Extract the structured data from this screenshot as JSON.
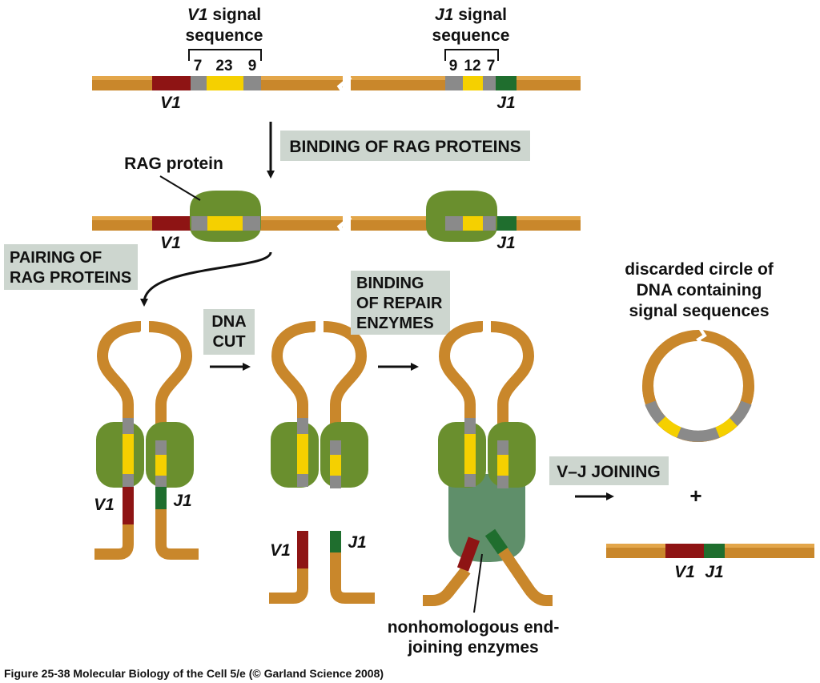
{
  "labels": {
    "v1_signal": "V1",
    "v1_signal_rest": " signal",
    "sequence": "sequence",
    "j1_signal": "J1",
    "j1_signal_rest": " signal",
    "num_7": "7",
    "num_23": "23",
    "num_9": "9",
    "num_9b": "9",
    "num_12": "12",
    "num_7b": "7",
    "v1": "V1",
    "j1": "J1",
    "rag_protein": "RAG protein",
    "discarded_1": "discarded circle of",
    "discarded_2": "DNA containing",
    "discarded_3": "signal sequences",
    "plus": "+",
    "nhej_1": "nonhomologous end-",
    "nhej_2": "joining enzymes"
  },
  "steps": {
    "binding_rag": "BINDING OF RAG PROTEINS",
    "pairing_1": "PAIRING OF",
    "pairing_2": "RAG PROTEINS",
    "dna_cut_1": "DNA",
    "dna_cut_2": "CUT",
    "repair_1": "BINDING",
    "repair_2": "OF REPAIR",
    "repair_3": "ENZYMES",
    "vj_joining": "V–J JOINING"
  },
  "caption": "Figure 25-38  Molecular Biology of the Cell 5/e (© Garland Science 2008)",
  "colors": {
    "dna": "#c9872b",
    "v_segment": "#8e1414",
    "j_segment": "#1f6e2e",
    "heptamer_nonamer": "#8a8a8a",
    "spacer": "#f5d000",
    "rag_protein": "#6a8f2e",
    "repair_enzyme": "#5f8f6a",
    "step_box": "#cdd6cf"
  }
}
